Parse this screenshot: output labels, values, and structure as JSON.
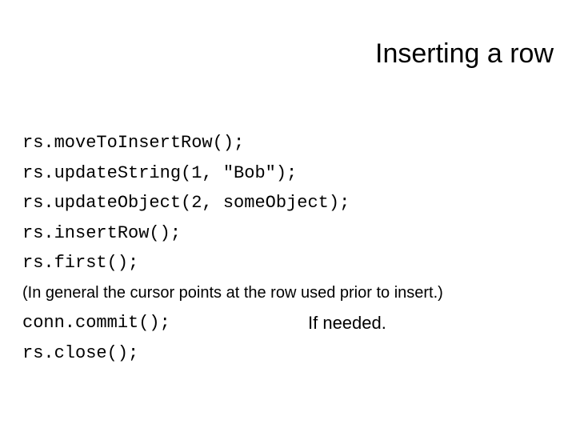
{
  "slide": {
    "title": "Inserting a row",
    "lines": [
      "rs.moveToInsertRow();",
      "rs.updateString(1, \"Bob\");",
      "rs.updateObject(2, someObject);",
      "rs.insertRow();",
      "rs.first();",
      "(In general the cursor points at the row used prior to insert.)",
      "conn.commit();",
      "rs.close();"
    ],
    "commit_note": "If needed."
  }
}
